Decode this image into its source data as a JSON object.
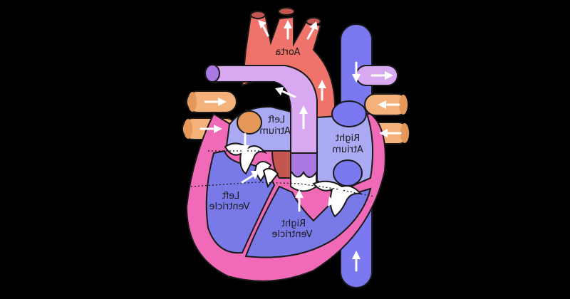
{
  "labels": {
    "aorta": "Aorta",
    "left_atrium_1": "Left",
    "left_atrium_2": "Atrium",
    "right_atrium_1": "Right",
    "right_atrium_2": "Atrium",
    "left_ventricle_1": "Left",
    "left_ventricle_2": "Ventricle",
    "right_ventricle_1": "Right",
    "right_ventricle_2": "Ventricle"
  },
  "colors": {
    "background": "#000000",
    "aorta": "#f0736b",
    "vena_cava": "#7b78f0",
    "pulmonary_artery": "#d8a8f0",
    "pulmonary_veins": "#f4b27a",
    "myocardium": "#f06ab8",
    "left_chambers": "#7a79e8",
    "right_chambers": "#a9a9f4",
    "valve": "#ffffff",
    "dark_vessel": "#c4554f"
  }
}
